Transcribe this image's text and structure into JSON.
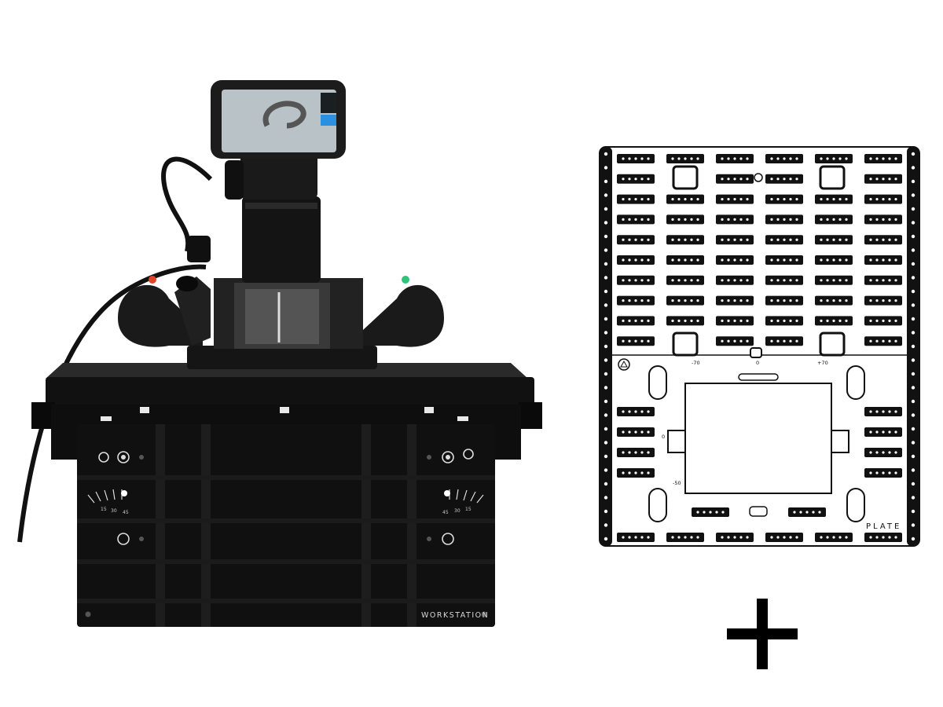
{
  "image": {
    "background": "#ffffff",
    "product_colors": {
      "body": "#0d0d0d",
      "plate": "#ffffff",
      "screen_accent": "#2d8fe0",
      "handle_left_button": "#e0452b",
      "handle_right_button": "#2fc47a"
    }
  },
  "workstation": {
    "label": "WORKSTATION",
    "angle_scale_left": [
      "15",
      "30",
      "45"
    ],
    "angle_scale_right": [
      "45",
      "30",
      "15"
    ]
  },
  "plate": {
    "label": "PLATE",
    "scale_marks": [
      "-70",
      "0",
      "+70",
      "0",
      "-50"
    ]
  },
  "plus_symbol": "+"
}
